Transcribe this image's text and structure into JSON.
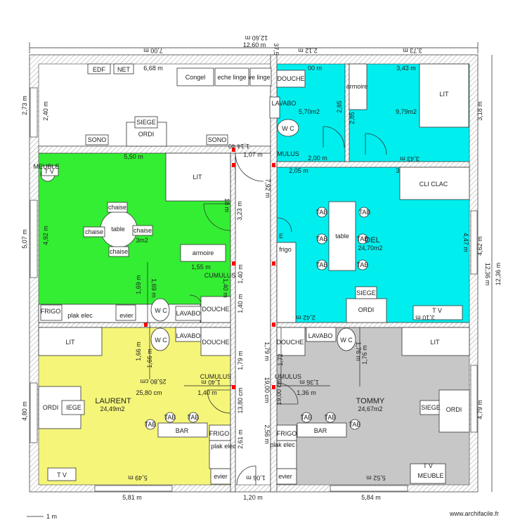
{
  "rooms": {
    "top_left_area": "6,68 m",
    "cyan_bath_area": "5,70m2",
    "cyan_bed_area": "9,79m2",
    "noel_name": "DEL",
    "noel_area": "24,70m2",
    "green_area": "3m2",
    "laurent_name": "LAURENT",
    "laurent_area": "24,49m2",
    "tommy_name": "TOMMY",
    "tommy_area": "24,67m2",
    "cyan_top_len": "00 m"
  },
  "furniture": {
    "edf": "EDF",
    "net": "NET",
    "congel": "Congel",
    "linge1": "eche linge",
    "linge2": "ve linge",
    "douche": "DOUCHE",
    "lavabo": "LAVABO",
    "wc": "W C",
    "armoire": "armoire",
    "lit": "LIT",
    "siege": "SIEGE",
    "ordi": "ORDI",
    "sono": "SONO",
    "meuble": "MEUBLE",
    "tv": "T V",
    "cumulus": "CUMULUS",
    "cli_clac": "CLI CLAC",
    "tab": "TAB",
    "table": "table",
    "frigo_lower": "frigo",
    "frigo": "FRIGO",
    "chaise": "chaise",
    "plak_elec": "plak elec",
    "evier": "evier",
    "bar": "BAR",
    "siege_cut": "IEGE",
    "cumulus_cut": "UMULUS",
    "cumulus_cut2": "MULUS",
    "e_cut": "E",
    "plak_elec_cut": "plak elec",
    "lak_elec": "lak elec"
  },
  "dimensions": {
    "total_top_flipped": "12,60 m",
    "total_top": "12,60 m",
    "left_top": "7,00 m",
    "mid_top": "2,12 m",
    "right_top": "3,73 m",
    "mid_small": "37,5",
    "left_side": "2,73 m",
    "left_inner": "2,40 m",
    "green_top": "5,50 m",
    "green_left_out": "5,07 m",
    "green_left_in": "4,92 m",
    "corridor_mid": "1,14 40",
    "corridor_mid2": "1,07 m",
    "bath_w": "2,00 m",
    "cyan_bed_w": "3,43 m",
    "cyan_bed_top": "3,43 m",
    "cyan_bath_h": "2,85",
    "cyan_bath_h2": "2,85",
    "right_top_h": "3,18 m",
    "lounge_w": "2,05 m",
    "corridor_h": "7,92 m",
    "green_right": "3,23 m",
    "green_right2": "18 m",
    "armoire_dim": "1,55 m",
    "corridor_h2": "1,40 m",
    "corridor_h3": "1,40 m",
    "corridor_h4": "1,40 m",
    "bath_green": "1,69 m",
    "bath_green2": "1,69 m",
    "laurent_bath": "1,66 m",
    "laurent_bath2": "1,66 m",
    "laurent_w": "25,80 cm",
    "laurent_w2": "25,80 cm",
    "laurent_bath_w": "1,40 m",
    "laurent_bath_w2": "1,40 m",
    "corridor_l": "13,80 cm",
    "corridor_l2": "1,79 m",
    "corridor_l3": "1,79 m",
    "corridor_r": "19,00 cm",
    "corridor_r2": "19,00 cm",
    "tommy_bath": "1,72",
    "tommy_bath2": "1,76 m",
    "tommy_bath3": "1,76 m",
    "tommy_bath_w": "1,36 m",
    "tommy_bath_w2": "1,36 m",
    "right_outer": "12,36 m",
    "right_outer2": "12,36 m",
    "right_inner": "4,62 m",
    "right_inner2": "4,47 m",
    "tommy_right": "4,79 m",
    "laurent_left": "4,80 m",
    "laurent_bottom": "5,49 m",
    "laurent_out_bottom": "5,81 m",
    "corridor_bottom": "1,20 m",
    "corridor_door": "1,06 m",
    "tommy_bottom_in": "5,52 m",
    "tommy_bottom": "5,84 m",
    "noel_bottom": "2,42 m",
    "noel_bottom2": "3,10 m",
    "corridor_low": "2,61 m",
    "corridor_low2": "2,56 m",
    "green_bottom": "1,40 m",
    "misc_3": "3"
  },
  "legend": {
    "scale": "1 m",
    "site": "www.archifacile.fr"
  },
  "colors": {
    "green_room": "#33ee33",
    "cyan_room": "#00eeee",
    "yellow_room": "#f5f57a",
    "grey_room": "#c7c7c7",
    "door_mark": "#ff0000"
  }
}
